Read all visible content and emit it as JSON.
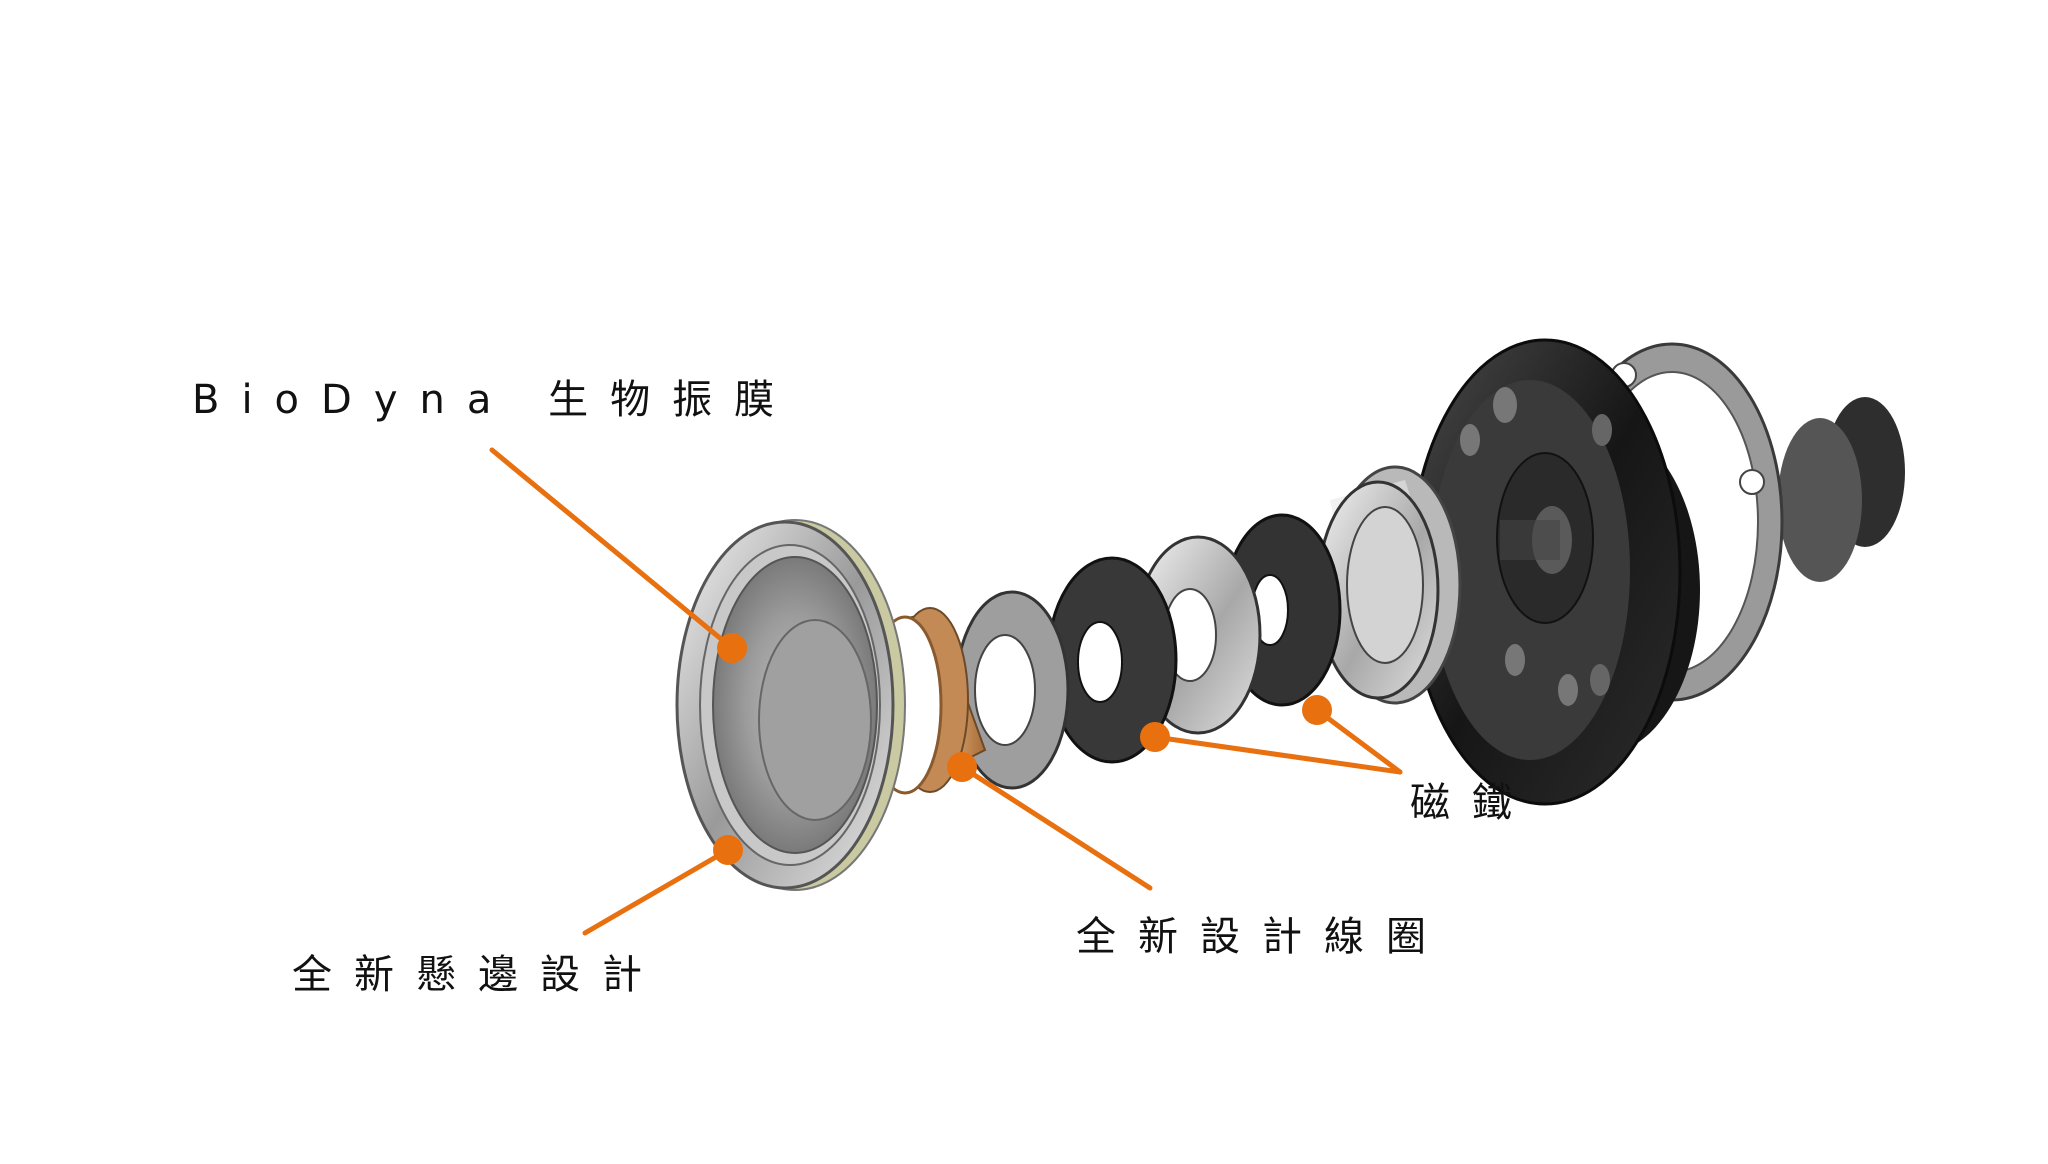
{
  "labels": {
    "diaphragm": "BioDyna 生物振膜",
    "magnet": "磁鐵",
    "coil": "全新設計線圈",
    "surround": "全新懸邊設計"
  },
  "colors": {
    "accent": "#E8700F",
    "text": "#111111",
    "background": "#FFFFFF",
    "metal_light": "#D8D8D8",
    "metal_dark": "#6E6E6E",
    "magnet_dark": "#3A3A3A",
    "housing_black": "#1E1E1E",
    "coil_copper": "#D9A36A"
  }
}
